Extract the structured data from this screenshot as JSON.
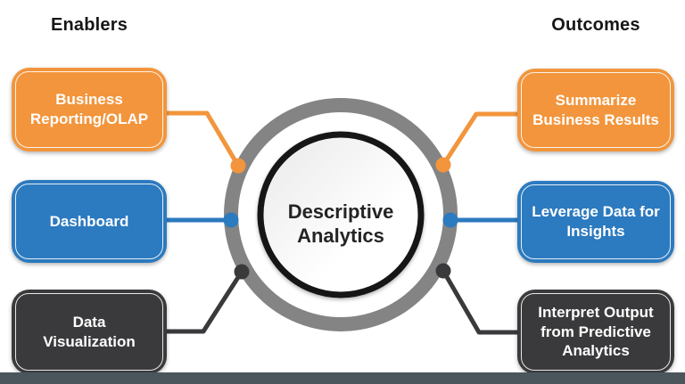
{
  "headings": {
    "left": "Enablers",
    "right": "Outcomes"
  },
  "center": {
    "label": "Descriptive\nAnalytics"
  },
  "enablers": [
    {
      "label": "Business\nReporting/OLAP",
      "color_key": "orange"
    },
    {
      "label": "Dashboard",
      "color_key": "blue"
    },
    {
      "label": "Data\nVisualization",
      "color_key": "dark"
    }
  ],
  "outcomes": [
    {
      "label": "Summarize\nBusiness Results",
      "color_key": "orange"
    },
    {
      "label": "Leverage Data for\nInsights",
      "color_key": "blue"
    },
    {
      "label": "Interpret Output\nfrom Predictive\nAnalytics",
      "color_key": "dark"
    }
  ],
  "colors": {
    "orange": "#F2953C",
    "blue": "#2C7ABF",
    "dark": "#3A3A3C",
    "ring_gray": "#7D7D7D",
    "circle_border": "#161616",
    "circle_fill_edge": "#E9E9EB",
    "circle_fill_center": "#FFFFFF",
    "heading_text": "#161616",
    "box_text": "#FFFFFF",
    "footer_bar": "#4A555C"
  }
}
